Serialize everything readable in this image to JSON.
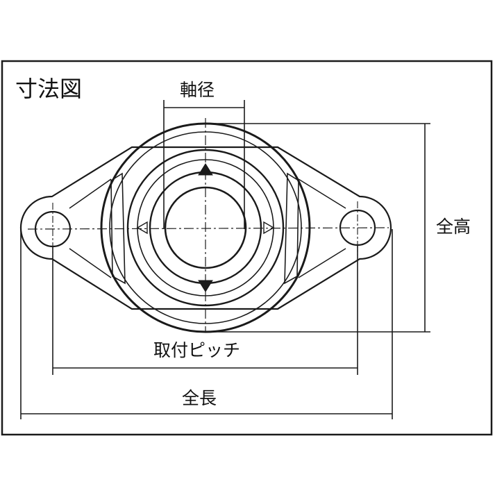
{
  "diagram": {
    "title": "寸法図",
    "labels": {
      "shaft_diameter": "軸径",
      "total_height": "全高",
      "mounting_pitch": "取付ピッチ",
      "total_length": "全長"
    },
    "colors": {
      "line": "#1a1a1a",
      "background": "#ffffff"
    }
  }
}
